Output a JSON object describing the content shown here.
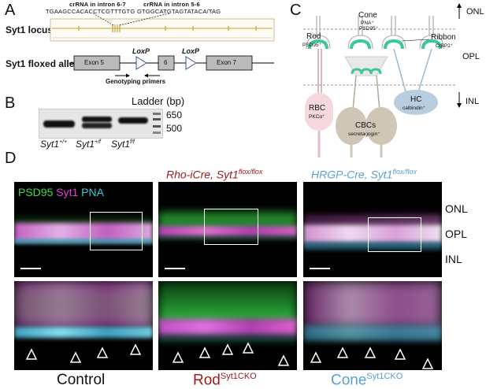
{
  "panelA": {
    "label": "A",
    "crRNA1_title": "crRNA in intron 6-7",
    "crRNA1_seq": "TGAAGCCACACCTCGTTTGTG",
    "crRNA2_title": "crRNA in intron 5-6",
    "crRNA2_seq": "GTGGCATGTAGTATACA/TAG",
    "locus_label": "Syt1 locus",
    "allele_label": "Syt1 floxed allele",
    "exon5": "Exon 5",
    "exon6": "6",
    "exon7": "Exon 7",
    "loxp1": "LoxP",
    "loxp2": "LoxP",
    "primers": "Genotyping primers"
  },
  "panelB": {
    "label": "B",
    "ladder_title": "Ladder (bp)",
    "ladder_650": "650",
    "ladder_500": "500",
    "lane1": "Syt1",
    "lane1_sup": "+/+",
    "lane2": "Syt1",
    "lane2_sup": "+/f",
    "lane3": "Syt1",
    "lane3_sup": "f/f"
  },
  "panelC": {
    "label": "C",
    "onl": "ONL",
    "opl": "OPL",
    "inl": "INL",
    "rod": "Rod",
    "rod_marker": "PSD95⁺",
    "cone": "Cone",
    "cone_marker1": "PNA⁺",
    "cone_marker2": "PSD95⁺",
    "ribbon": "Ribbon",
    "ribbon_marker": "CtBP2⁺",
    "hc": "HC",
    "hc_marker": "calbindin⁺",
    "rbc": "RBC",
    "rbc_marker": "PKCα⁺",
    "cbc": "CBCs",
    "cbc_marker": "secretagogin⁺"
  },
  "panelD": {
    "label": "D",
    "stain_psd95": "PSD95",
    "stain_syt1": "Syt1",
    "stain_pna": "PNA",
    "col2_title": "Rho-iCre, Syt1",
    "col2_sup": "flox/flox",
    "col3_title": "HRGP-Cre, Syt1",
    "col3_sup": "flox/flox",
    "onl": "ONL",
    "opl": "OPL",
    "inl": "INL",
    "control": "Control",
    "rod": "Rod",
    "rod_sup": "Syt1CKO",
    "cone": "Cone",
    "cone_sup": "Syt1CKO"
  },
  "colors": {
    "psd95": "#3ddc4a",
    "syt1": "#e040e0",
    "pna": "#30d0e0",
    "rod_title": "#9b1b1b",
    "cone_title": "#5aa0d0",
    "rbc_fill": "#f5d8de",
    "cbc_fill": "#cfc6b6",
    "hc_fill": "#b8cde0",
    "ribbon": "#3ec79a"
  }
}
